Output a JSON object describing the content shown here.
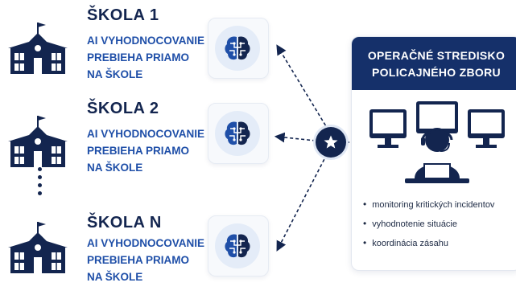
{
  "schools": [
    {
      "title": "ŠKOLA 1",
      "desc_lines": [
        "AI VYHODNOCOVANIE",
        "PREBIEHA PRIAMO",
        "NA ŠKOLE"
      ]
    },
    {
      "title": "ŠKOLA 2",
      "desc_lines": [
        "AI VYHODNOCOVANIE",
        "PREBIEHA PRIAMO",
        "NA ŠKOLE"
      ]
    },
    {
      "title": "ŠKOLA N",
      "desc_lines": [
        "AI VYHODNOCOVANIE",
        "PREBIEHA PRIAMO",
        "NA ŠKOLE"
      ]
    }
  ],
  "center": {
    "title_lines": [
      "OPERAČNÉ STREDISKO",
      "POLICAJNÉHO ZBORU"
    ],
    "items": [
      "monitoring kritických incidentov",
      "vyhodnotenie situácie",
      "koordinácia zásahu"
    ]
  },
  "icons": {
    "school": "school-building-icon",
    "brain": "ai-brain-icon",
    "hub": "star-icon",
    "operator": "operator-with-monitors-icon"
  },
  "colors": {
    "navy": "#13254f",
    "accent_blue": "#1f4fa8",
    "header_bg": "#15306a"
  }
}
